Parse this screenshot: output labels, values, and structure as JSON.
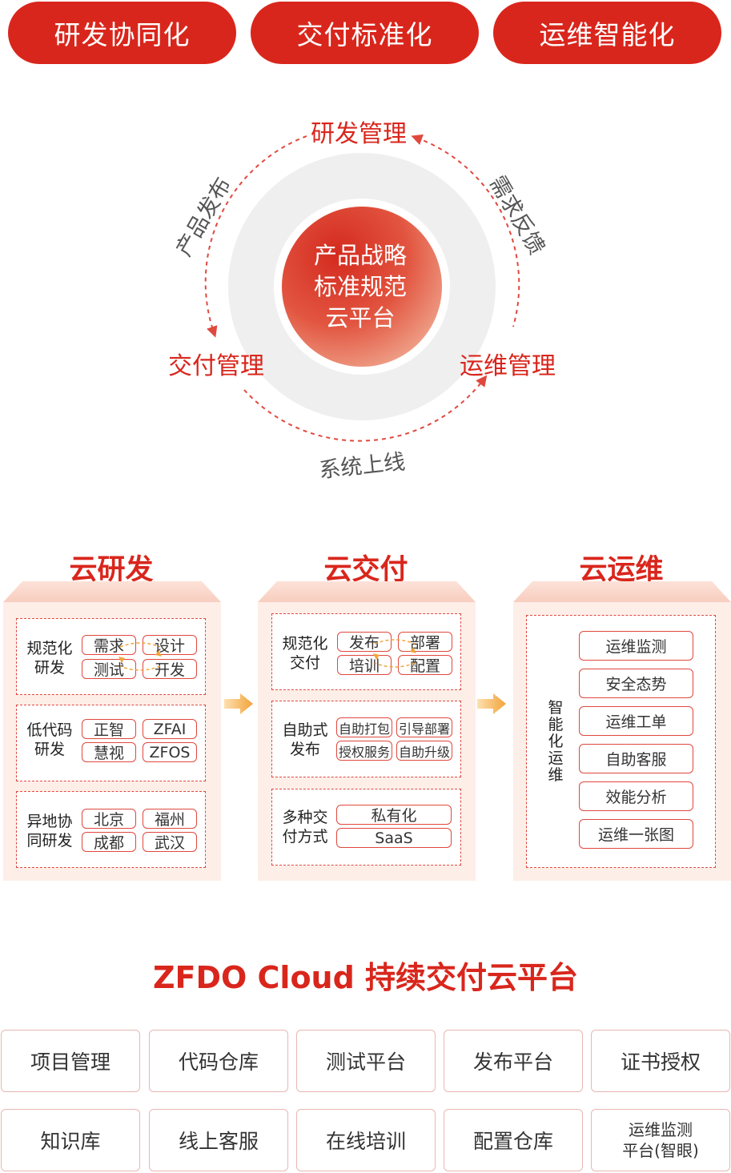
{
  "pills": [
    "研发协同化",
    "交付标准化",
    "运维智能化"
  ],
  "cycle": {
    "center_lines": [
      "产品战略",
      "标准规范",
      "云平台"
    ],
    "stages": {
      "top": "研发管理",
      "left": "交付管理",
      "right": "运维管理"
    },
    "arcs": {
      "top_right": "需求反馈",
      "top_left": "产品发布",
      "bottom": "系统上线"
    }
  },
  "columns": [
    {
      "title": "云研发",
      "groups": [
        {
          "label": [
            "规范化",
            "研发"
          ],
          "tags": [
            "需求",
            "设计",
            "测试",
            "开发"
          ]
        },
        {
          "label": [
            "低代码",
            "研发"
          ],
          "tags": [
            "正智",
            "ZFAI",
            "慧视",
            "ZFOS"
          ]
        },
        {
          "label": [
            "异地协",
            "同研发"
          ],
          "tags": [
            "北京",
            "福州",
            "成都",
            "武汉"
          ]
        }
      ]
    },
    {
      "title": "云交付",
      "groups": [
        {
          "label": [
            "规范化",
            "交付"
          ],
          "tags": [
            "发布",
            "部署",
            "培训",
            "配置"
          ]
        },
        {
          "label": [
            "自助式",
            "发布"
          ],
          "tags": [
            "自助打包",
            "引导部署",
            "授权服务",
            "自助升级"
          ]
        },
        {
          "label": [
            "多种交",
            "付方式"
          ],
          "tags": [
            "私有化",
            "SaaS"
          ]
        }
      ]
    },
    {
      "title": "云运维",
      "vertical_label": [
        "智",
        "能",
        "化",
        "运",
        "维"
      ],
      "tags": [
        "运维监测",
        "安全态势",
        "运维工单",
        "自助客服",
        "效能分析",
        "运维一张图"
      ]
    }
  ],
  "platform": {
    "title": "ZFDO Cloud 持续交付云平台",
    "row1": [
      "项目管理",
      "代码仓库",
      "测试平台",
      "发布平台",
      "证书授权"
    ],
    "row2": [
      "知识库",
      "线上客服",
      "在线培训",
      "配置仓库"
    ],
    "row2_last": [
      "运维监测",
      "平台(智眼)"
    ]
  },
  "colors": {
    "brand_red": "#d9261c",
    "panel_bg": "#fdeee8",
    "accent_orange": "#f2a33a"
  }
}
